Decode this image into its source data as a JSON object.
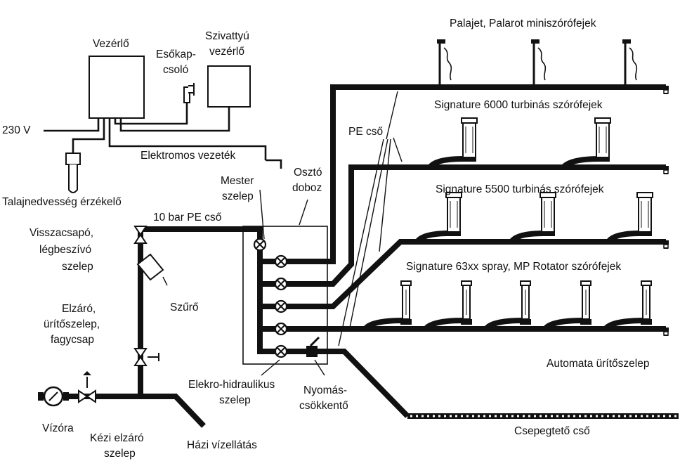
{
  "labels": {
    "controller": "Vezérlő",
    "rain_switch_1": "Esőkap-",
    "rain_switch_2": "csoló",
    "pump_ctrl_1": "Szivattyú",
    "pump_ctrl_2": "vezérlő",
    "mains": "230 V",
    "electric_wire": "Elektromos vezeték",
    "soil_sensor": "Talajnedvesség érzékelő",
    "manifold_1": "Osztó",
    "manifold_2": "doboz",
    "master_valve_1": "Mester",
    "master_valve_2": "szelep",
    "pe_pipe_10bar": "10 bar PE cső",
    "backflow_1": "Visszacsapó,",
    "backflow_2": "légbeszívó",
    "backflow_3": "szelep",
    "filter": "Szűrő",
    "drain_1": "Elzáró,",
    "drain_2": "ürítőszelep,",
    "drain_3": "fagycsap",
    "solenoid_1": "Elekro-hidraulikus",
    "solenoid_2": "szelep",
    "pressure_reducer_1": "Nyomás-",
    "pressure_reducer_2": "csökkentő",
    "water_meter": "Vízóra",
    "manual_shutoff_1": "Kézi elzáró",
    "manual_shutoff_2": "szelep",
    "house_supply": "Házi vízellátás",
    "pe_pipe": "PE cső",
    "mini_sprinklers": "Palajet, Palarot miniszórófejek",
    "sig6000": "Signature 6000 turbinás szórófejek",
    "sig5500": "Signature 5500 turbinás szórófejek",
    "sig63xx": "Signature 63xx spray, MP Rotator szórófejek",
    "auto_drain": "Automata ürítőszelep",
    "drip_pipe": "Csepegtető cső"
  }
}
